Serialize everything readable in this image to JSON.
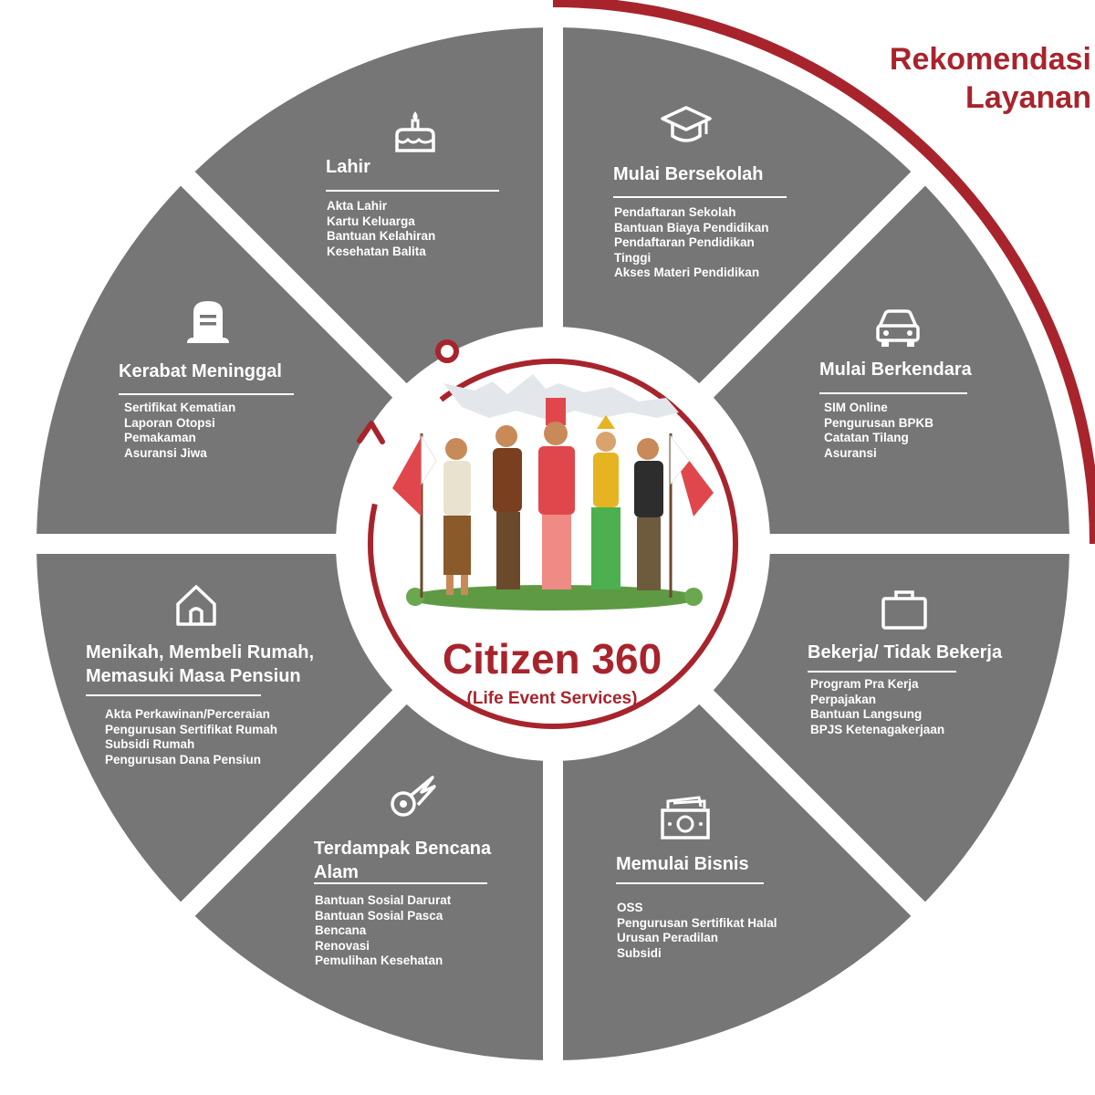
{
  "colors": {
    "segment": "#767676",
    "accent": "#a8242c",
    "text_on_segment": "#ffffff"
  },
  "recommendation": {
    "line1": "Rekomendasi",
    "line2": "Layanan"
  },
  "center": {
    "title": "Citizen 360",
    "subtitle": "(Life Event Services)",
    "illustration": "indonesian-citizens-in-traditional-dress-illustration"
  },
  "segments": [
    {
      "key": "lahir",
      "icon": "birthday-cake-icon",
      "title_lines": [
        "Lahir"
      ],
      "items": [
        "Akta Lahir",
        "Kartu Keluarga",
        "Bantuan Kelahiran",
        "Kesehatan Balita"
      ]
    },
    {
      "key": "sekolah",
      "icon": "graduation-cap-icon",
      "title_lines": [
        "Mulai Bersekolah"
      ],
      "items": [
        "Pendaftaran Sekolah",
        "Bantuan Biaya Pendidikan",
        "Pendaftaran Pendidikan",
        "Tinggi",
        "Akses Materi Pendidikan"
      ]
    },
    {
      "key": "berkendara",
      "icon": "car-icon",
      "title_lines": [
        "Mulai Berkendara"
      ],
      "items": [
        "SIM Online",
        "Pengurusan BPKB",
        "Catatan Tilang",
        "Asuransi"
      ]
    },
    {
      "key": "bekerja",
      "icon": "briefcase-icon",
      "title_lines": [
        "Bekerja/ Tidak Bekerja"
      ],
      "items": [
        "Program Pra Kerja",
        "Perpajakan",
        "Bantuan Langsung",
        "BPJS Ketenagakerjaan"
      ]
    },
    {
      "key": "bisnis",
      "icon": "money-bill-icon",
      "title_lines": [
        "Memulai Bisnis"
      ],
      "items": [
        "OSS",
        "Pengurusan Sertifikat Halal",
        "Urusan Peradilan",
        "Subsidi"
      ]
    },
    {
      "key": "bencana",
      "icon": "meteor-icon",
      "title_lines": [
        "Terdampak Bencana",
        "Alam"
      ],
      "items": [
        "Bantuan Sosial Darurat",
        "Bantuan Sosial Pasca",
        "Bencana",
        "Renovasi",
        "Pemulihan Kesehatan"
      ]
    },
    {
      "key": "menikah",
      "icon": "house-icon",
      "title_lines": [
        "Menikah, Membeli Rumah,",
        "Memasuki Masa Pensiun"
      ],
      "items": [
        "Akta Perkawinan/Perceraian",
        "Pengurusan Sertifikat Rumah",
        "Subsidi Rumah",
        "Pengurusan Dana Pensiun"
      ]
    },
    {
      "key": "meninggal",
      "icon": "tombstone-icon",
      "title_lines": [
        "Kerabat Meninggal"
      ],
      "items": [
        "Sertifikat Kematian",
        "Laporan Otopsi",
        "Pemakaman",
        "Asuransi Jiwa"
      ]
    }
  ]
}
